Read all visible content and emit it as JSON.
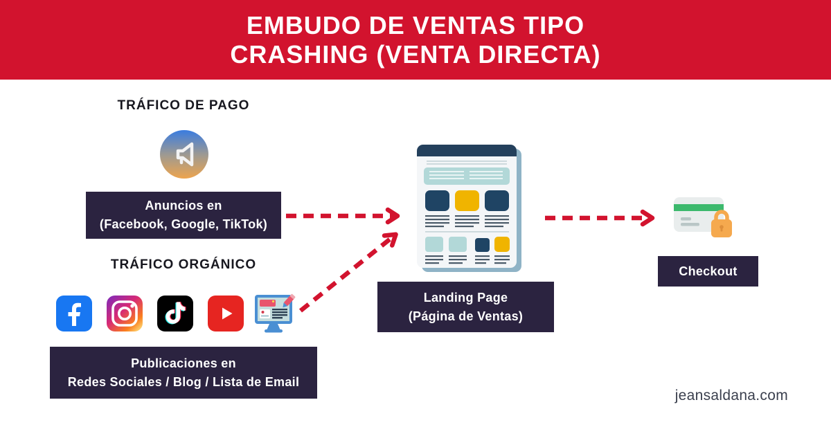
{
  "header": {
    "title_line1": "EMBUDO DE VENTAS TIPO",
    "title_line2": "CRASHING (VENTA DIRECTA)"
  },
  "paid_traffic": {
    "section_label": "TRÁFICO DE PAGO",
    "icon": "megaphone-icon",
    "box_line1": "Anuncios en",
    "box_line2": "(Facebook, Google, TikTok)"
  },
  "organic_traffic": {
    "section_label": "TRÁFICO ORGÁNICO",
    "icons": [
      {
        "name": "facebook-icon"
      },
      {
        "name": "instagram-icon"
      },
      {
        "name": "tiktok-icon"
      },
      {
        "name": "youtube-icon"
      },
      {
        "name": "blog-computer-icon"
      }
    ],
    "box_line1": "Publicaciones en",
    "box_line2": "Redes Sociales / Blog / Lista de Email"
  },
  "landing": {
    "illustration": "landing-page-illustration",
    "box_line1": "Landing Page",
    "box_line2": "(Página de Ventas)"
  },
  "checkout": {
    "icon": "credit-card-lock-icon",
    "box_label": "Checkout"
  },
  "footer": {
    "website": "jeansaldana.com"
  },
  "colors": {
    "header_bg": "#d2132e",
    "arrow": "#d2132e",
    "box_bg": "#2b2340",
    "box_text": "#ffffff",
    "heading_text": "#17171f",
    "facebook_blue": "#1877f2",
    "youtube_red": "#e62521",
    "tiktok_black": "#010101",
    "landing_navy": "#1f4464",
    "landing_yellow": "#f0b400",
    "landing_teal": "#b2d8d8",
    "card_green": "#3cb96d",
    "lock_orange": "#f5a94e"
  }
}
